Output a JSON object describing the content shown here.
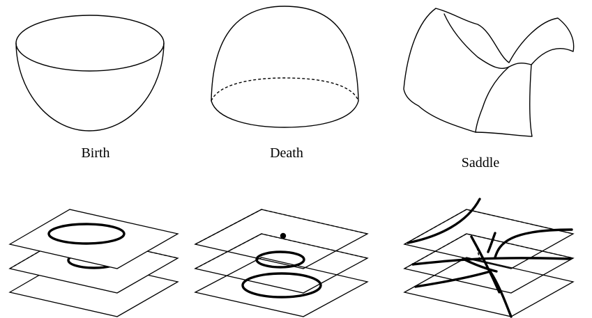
{
  "labels": {
    "birth": "Birth",
    "death": "Death",
    "saddle": "Saddle"
  }
}
